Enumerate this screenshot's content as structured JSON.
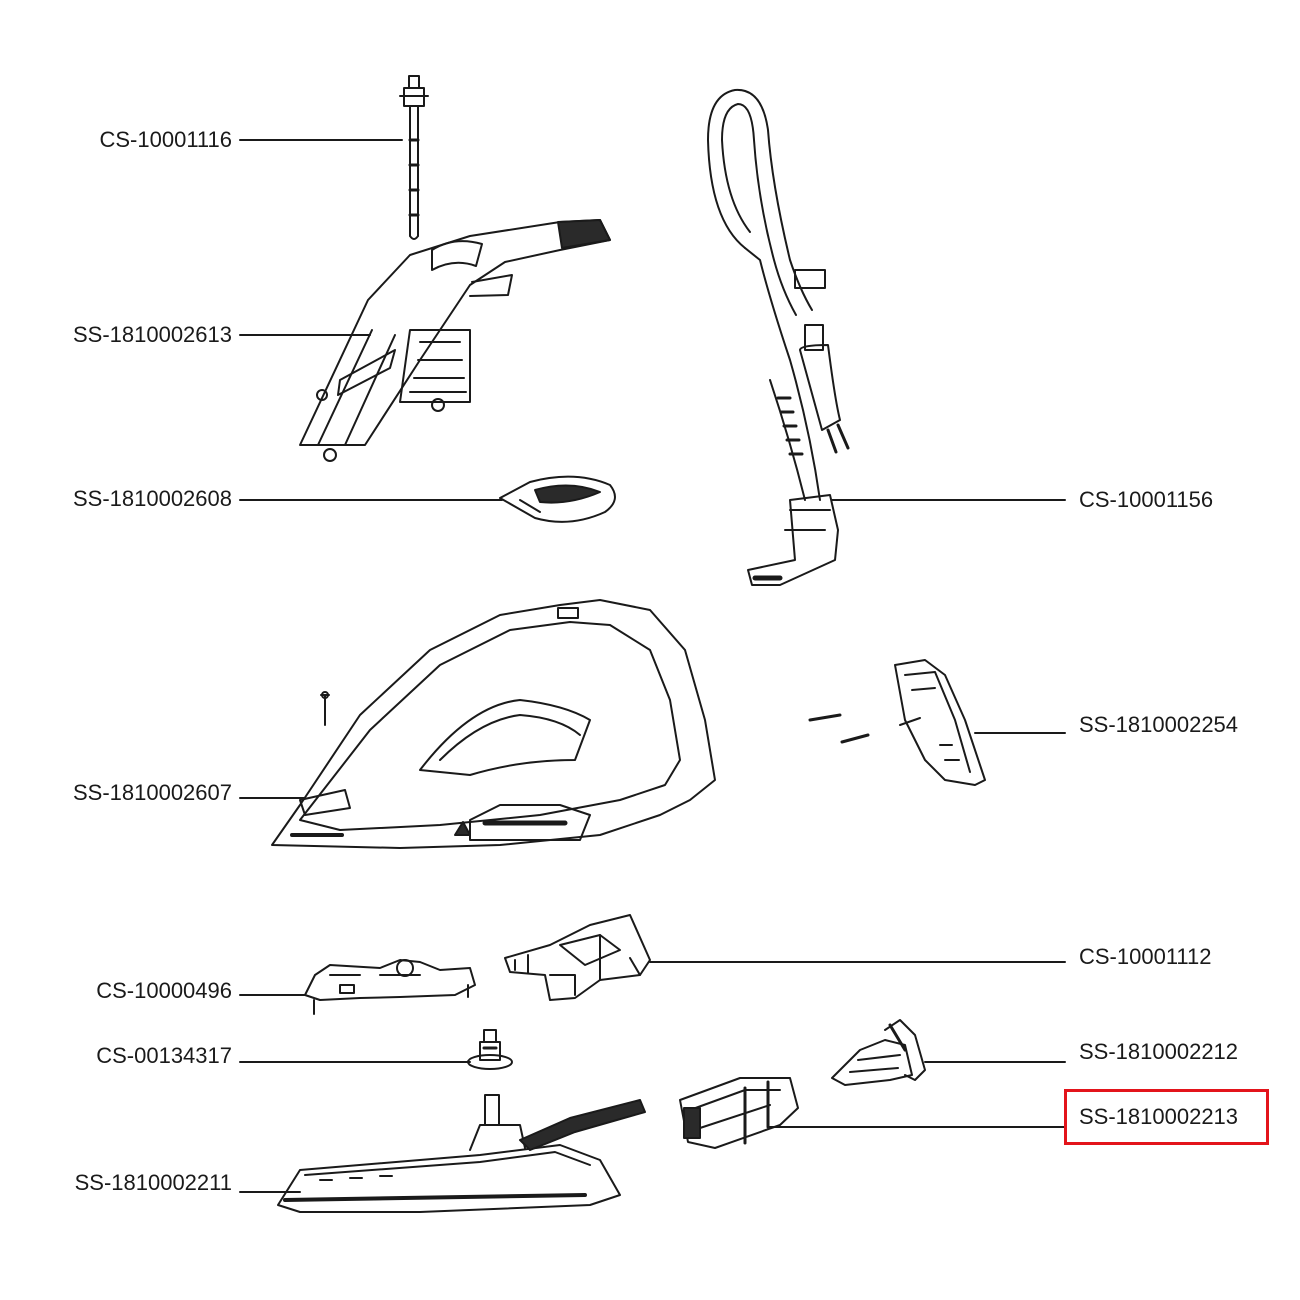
{
  "diagram": {
    "parts": [
      {
        "id": "p1",
        "label": "CS-10001116"
      },
      {
        "id": "p2",
        "label": "SS-1810002613"
      },
      {
        "id": "p3",
        "label": "SS-1810002608"
      },
      {
        "id": "p4",
        "label": "SS-1810002607"
      },
      {
        "id": "p5",
        "label": "CS-10000496"
      },
      {
        "id": "p6",
        "label": "CS-00134317"
      },
      {
        "id": "p7",
        "label": "SS-1810002211"
      },
      {
        "id": "p8",
        "label": "CS-10001156"
      },
      {
        "id": "p9",
        "label": "SS-1810002254"
      },
      {
        "id": "p10",
        "label": "CS-10001112"
      },
      {
        "id": "p11",
        "label": "SS-1810002212"
      },
      {
        "id": "p12",
        "label": "SS-1810002213"
      }
    ],
    "highlighted_part": "SS-1810002213",
    "colors": {
      "line": "#1a1a1a",
      "dark_fill": "#2a2a2a",
      "highlight": "#e3141b"
    }
  }
}
